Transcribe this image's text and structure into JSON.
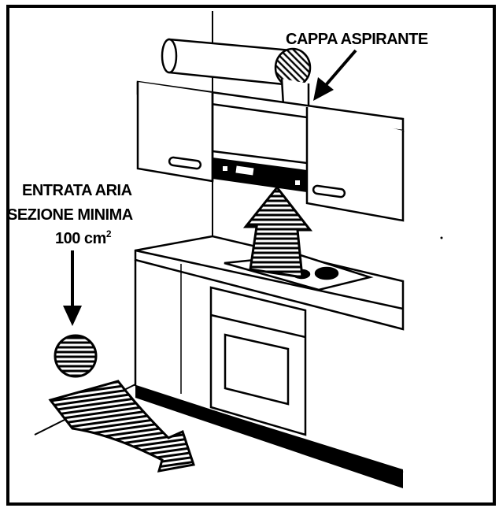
{
  "labels": {
    "hood": "CAPPA ASPIRANTE",
    "air_inlet_line1": "ENTRATA ARIA",
    "air_inlet_line2": "SEZIONE MINIMA",
    "air_inlet_area_value": "100 cm",
    "air_inlet_area_exp": "2"
  },
  "colors": {
    "ink": "#000000",
    "paper": "#ffffff"
  }
}
